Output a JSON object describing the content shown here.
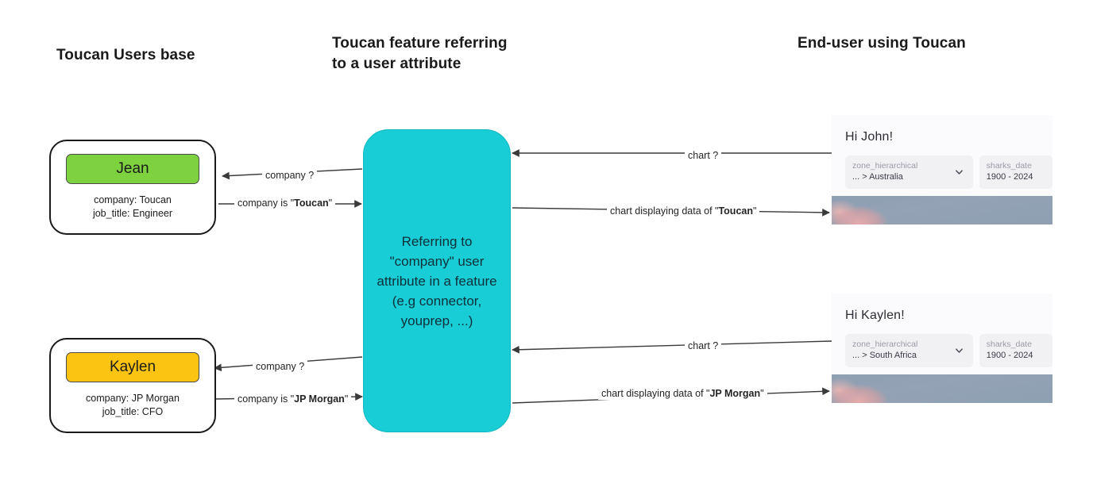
{
  "columns": {
    "users_base": "Toucan Users base",
    "feature": "Toucan feature referring\nto a user attribute",
    "feature_line1": "Toucan feature referring",
    "feature_line2": "to a user attribute",
    "end_user": "End-user using Toucan"
  },
  "users": [
    {
      "name": "Jean",
      "badge_color": "#7ED13F",
      "company_attr": "company: Toucan",
      "job_title_attr": "job_title: Engineer"
    },
    {
      "name": "Kaylen",
      "badge_color": "#FBC412",
      "company_attr": "company: JP Morgan",
      "job_title_attr": "job_title: CFO"
    }
  ],
  "feature_box": {
    "text": "Referring to \"company\" user attribute in a feature (e.g connector, youprep, ...)",
    "fill_color": "#18CDD5"
  },
  "edges": {
    "company_query_top": "company ?",
    "company_answer_top_prefix": "company is \"",
    "company_answer_top_value": "Toucan",
    "company_answer_top_suffix": "\"",
    "company_query_bottom": "company ?",
    "company_answer_bottom_prefix": "company is \"",
    "company_answer_bottom_value": "JP Morgan",
    "company_answer_bottom_suffix": "\"",
    "chart_query_top": "chart ?",
    "chart_result_top_prefix": "chart displaying data of \"",
    "chart_result_top_value": "Toucan",
    "chart_result_top_suffix": "\"",
    "chart_query_bottom": "chart ?",
    "chart_result_bottom_prefix": "chart displaying data of \"",
    "chart_result_bottom_value": "JP Morgan",
    "chart_result_bottom_suffix": "\""
  },
  "dashboards": [
    {
      "greeting": "Hi John!",
      "zone_filter_label": "zone_hierarchical",
      "zone_filter_value": "... > Australia",
      "date_filter_label": "sharks_date",
      "date_filter_value": "1900 - 2024",
      "caret_icon": "chevron-down-icon"
    },
    {
      "greeting": "Hi Kaylen!",
      "zone_filter_label": "zone_hierarchical",
      "zone_filter_value": "... > South Africa",
      "date_filter_label": "sharks_date",
      "date_filter_value": "1900 - 2024",
      "caret_icon": "chevron-down-icon"
    }
  ]
}
